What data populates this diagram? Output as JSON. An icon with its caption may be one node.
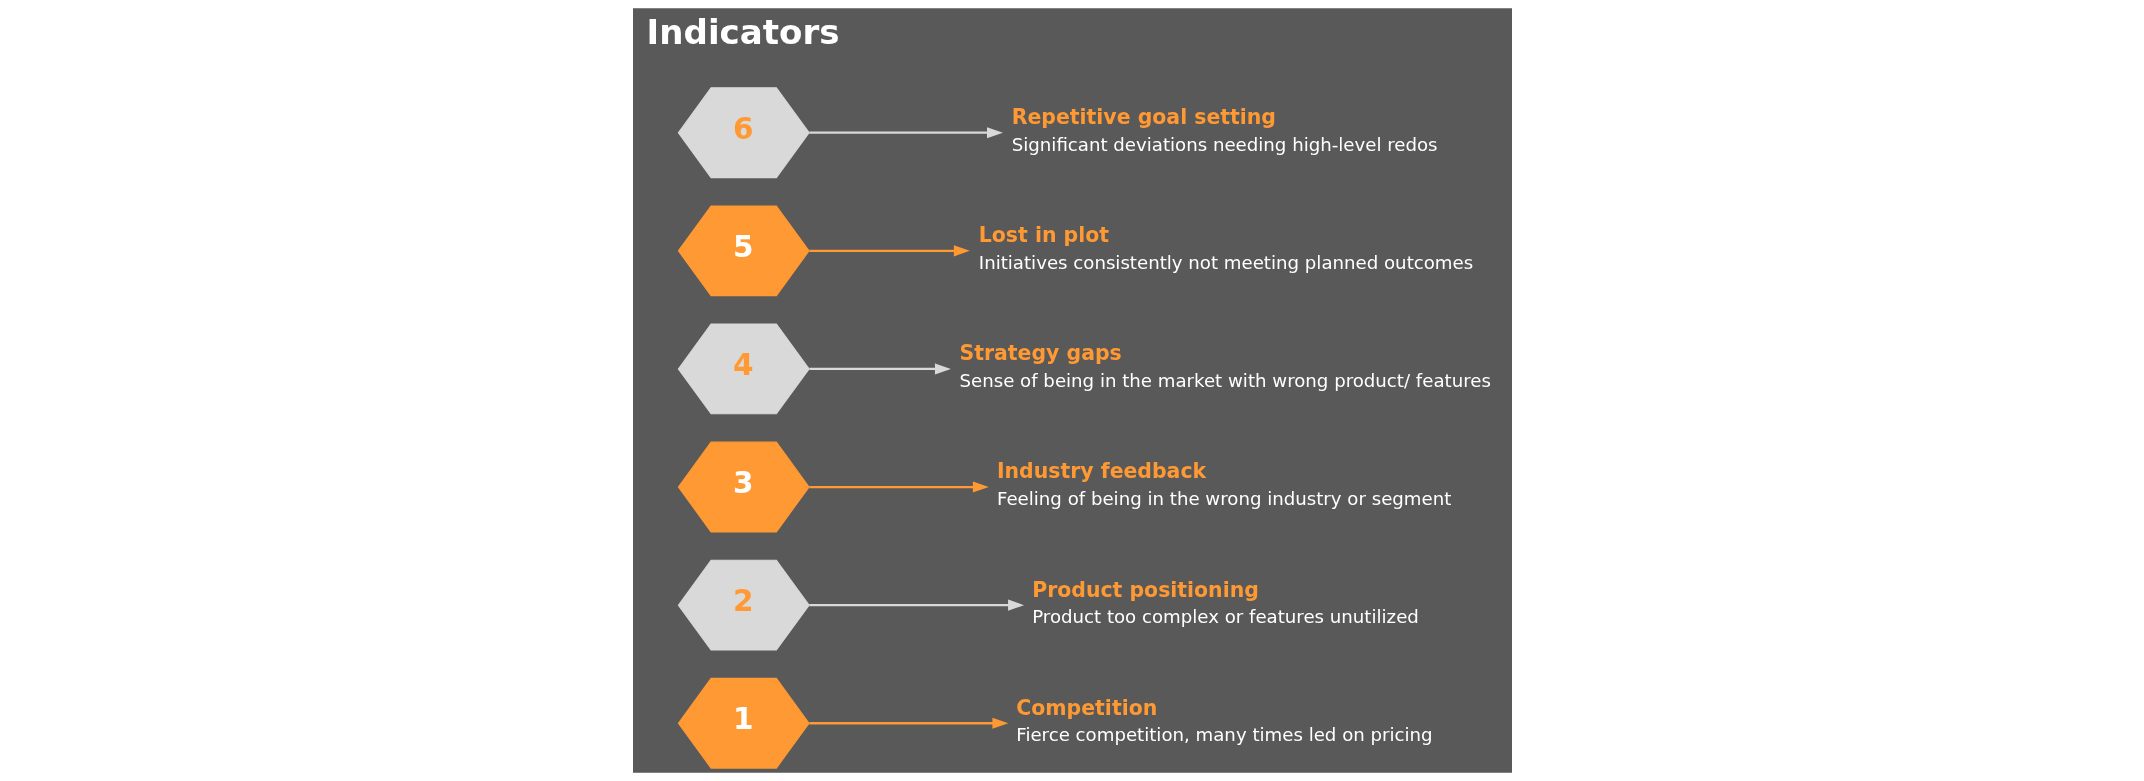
{
  "diagram": {
    "nodes": [
      {
        "text": [
          "1"
        ]
      },
      {
        "text": [
          "2"
        ]
      },
      {
        "text": [
          "3"
        ]
      },
      {
        "text": [
          "4"
        ]
      },
      {
        "text": [
          "5"
        ]
      },
      {
        "text": [
          "6"
        ]
      },
      {
        "text": [
          "Indicators"
        ]
      },
      {
        "text": [
          "Competition",
          "Fierce competition, many times led on pricing"
        ]
      },
      {
        "text": [
          "Product positioning",
          "Product too complex or features unutilized"
        ]
      },
      {
        "text": [
          "Repetitive goal setting",
          "Significant deviations needing high-level redos"
        ]
      },
      {
        "text": [
          "Industry feedback",
          "Feeling of being in the wrong industry or segment"
        ]
      },
      {
        "text": [
          "Lost in plot",
          "Initiatives consistently not meeting planned outcomes"
        ]
      },
      {
        "text": [
          "Strategy gaps",
          "Sense of being in the market with wrong product/ features"
        ]
      }
    ],
    "edges": [
      {
        "from": 0,
        "to": 7,
        "arrow": "to",
        "color": "#ff9933"
      },
      {
        "from": 1,
        "to": 8,
        "arrow": "to",
        "color": "#d9d9d9"
      },
      {
        "from": 5,
        "to": 9,
        "arrow": "to",
        "color": "#d9d9d9"
      },
      {
        "from": 2,
        "to": 10,
        "arrow": "to",
        "color": "#ff9933"
      },
      {
        "from": 4,
        "to": 11,
        "arrow": "to",
        "color": "#ff9933"
      },
      {
        "from": 3,
        "to": 12,
        "arrow": "to",
        "color": "#d9d9d9"
      }
    ]
  }
}
